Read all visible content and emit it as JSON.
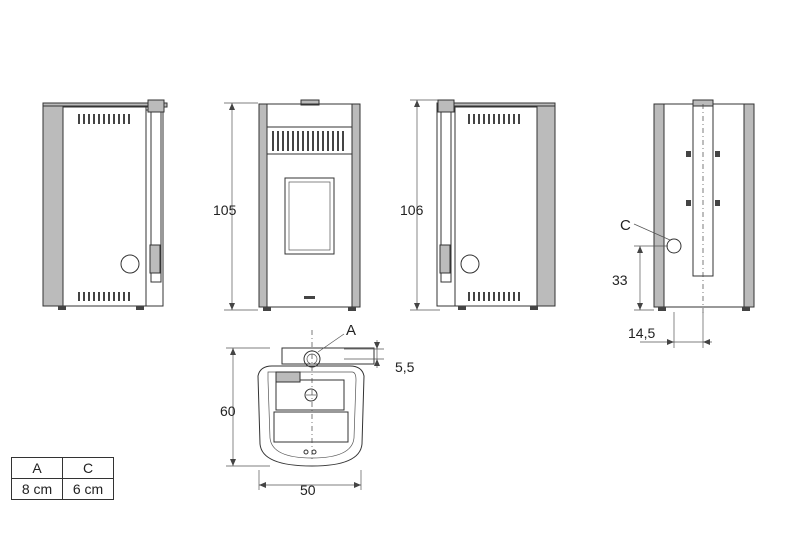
{
  "dimensions": {
    "front_height": "105",
    "side_height": "106",
    "flue_offset_a": "5,5",
    "depth": "60",
    "width": "50",
    "rear_outlet_height": "33",
    "rear_outlet_offset": "14,5"
  },
  "labels": {
    "outlet_a": "A",
    "outlet_c": "C"
  },
  "legend": {
    "headers": [
      "A",
      "C"
    ],
    "values": [
      "8 cm",
      "6 cm"
    ]
  },
  "colors": {
    "line": "#333333",
    "panel_fill": "#bbbbbb",
    "background": "#ffffff"
  }
}
